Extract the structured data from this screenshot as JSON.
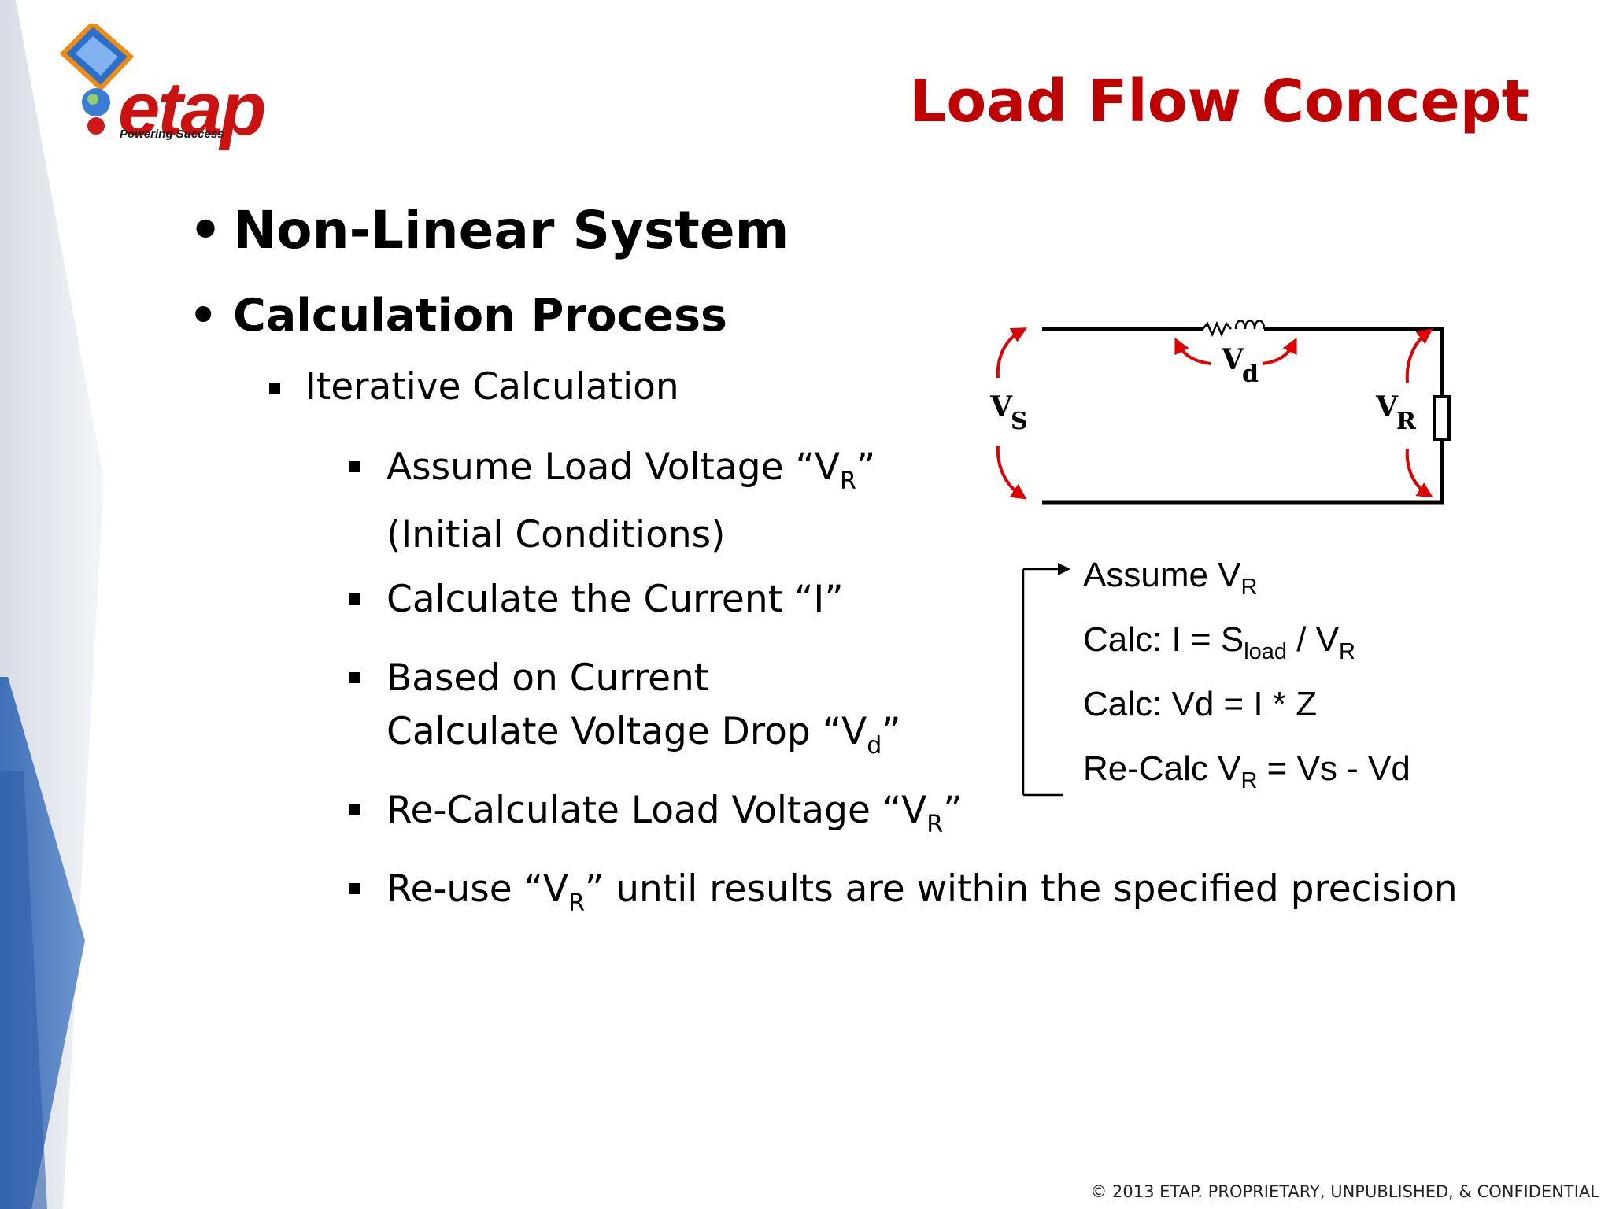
{
  "logo": {
    "name": "etap",
    "tagline": "Powering Success"
  },
  "slide": {
    "title": "Load Flow Concept"
  },
  "bullets": {
    "level1": [
      "Non-Linear System",
      "Calculation Process"
    ],
    "level2": [
      "Iterative Calculation"
    ],
    "steps": [
      {
        "pre": "Assume Load Voltage “V",
        "sub": "R",
        "post": "”",
        "line2": "(Initial Conditions)"
      },
      {
        "pre": "Calculate the Current “I”",
        "sub": "",
        "post": ""
      },
      {
        "pre": "Based on Current",
        "line2_pre": "Calculate Voltage Drop “V",
        "line2_sub": "d",
        "line2_post": "”"
      },
      {
        "pre": "Re-Calculate Load Voltage “V",
        "sub": "R",
        "post": "”"
      },
      {
        "pre": "Re-use “V",
        "sub": "R",
        "post": "” until results are within the specified precision"
      }
    ]
  },
  "circuit": {
    "labels": {
      "vs": {
        "main": "V",
        "sub": "S"
      },
      "vd": {
        "main": "V",
        "sub": "d"
      },
      "vr": {
        "main": "V",
        "sub": "R"
      }
    },
    "arrow_color": "#e00000"
  },
  "flow": [
    {
      "pre": "Assume V",
      "sub": "R",
      "post": ""
    },
    {
      "pre": "Calc:  I = S",
      "sub": "load",
      "post": " / V",
      "sub2": "R"
    },
    {
      "pre": "Calc: Vd = I * Z",
      "sub": "",
      "post": ""
    },
    {
      "pre": "Re-Calc V",
      "sub": "R",
      "post": " = Vs - Vd"
    }
  ],
  "footer": {
    "text": "© 2013 ETAP. PROPRIETARY, UNPUBLISHED, & CONFIDENTIAL"
  },
  "colors": {
    "title": "#c00000",
    "accent_blue": "#4f7fc0",
    "accent_gray": "#c8d0dc"
  }
}
